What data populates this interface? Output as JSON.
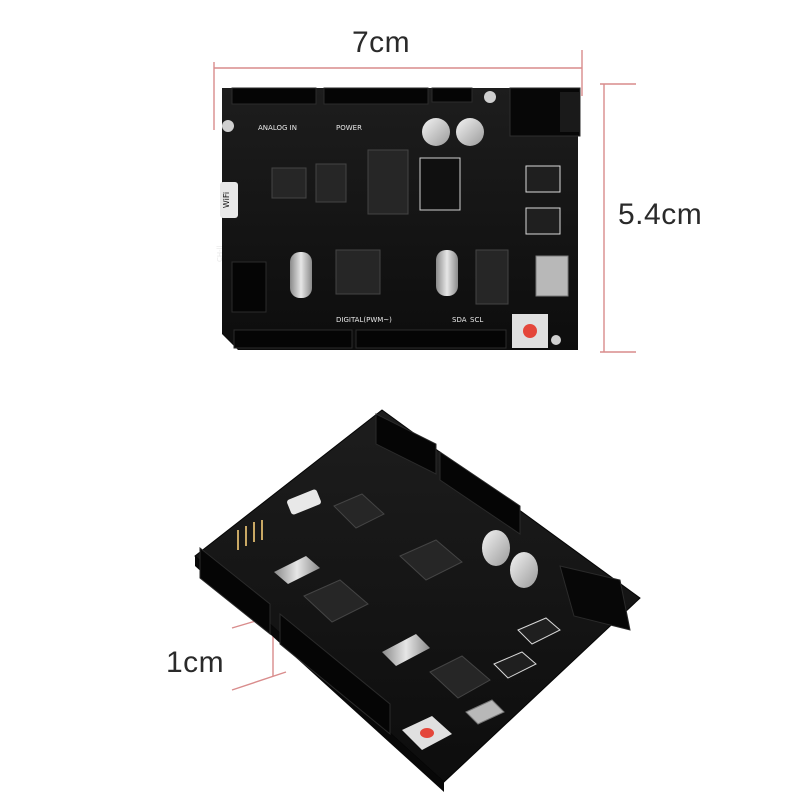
{
  "dimensions": {
    "width_label": "7cm",
    "height_label": "5.4cm",
    "thickness_label": "1cm"
  },
  "board_silkscreen": {
    "wifi_text": "WiFi",
    "power_header": "POWER",
    "analog_header": "ANALOG IN",
    "digital_header": "DIGITAL(PWM~)",
    "scl_label": "SCL",
    "sda_label": "SDA",
    "side_label": "CH-ll"
  },
  "colors": {
    "board": "#141414",
    "dimension_line": "#d98c8c",
    "silkscreen": "#e8e8e8",
    "reset_button": "#e4463a"
  }
}
